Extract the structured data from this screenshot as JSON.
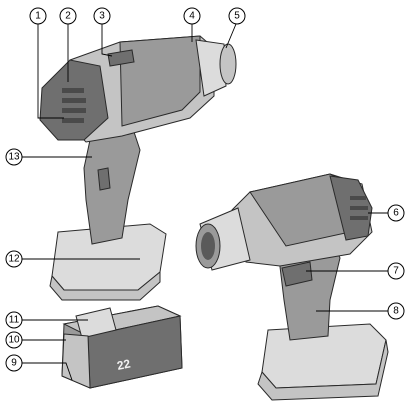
{
  "callouts": {
    "c1": "1",
    "c2": "2",
    "c3": "3",
    "c4": "4",
    "c5": "5",
    "c6": "6",
    "c7": "7",
    "c8": "8",
    "c9": "9",
    "c10": "10",
    "c11": "11",
    "c12": "12",
    "c13": "13"
  },
  "battery": {
    "voltage_mark": "22"
  },
  "colors": {
    "line": "#000000",
    "tool_dark": "#6f6f6f",
    "tool_mid": "#9a9a9a",
    "tool_light": "#c4c4c4"
  }
}
